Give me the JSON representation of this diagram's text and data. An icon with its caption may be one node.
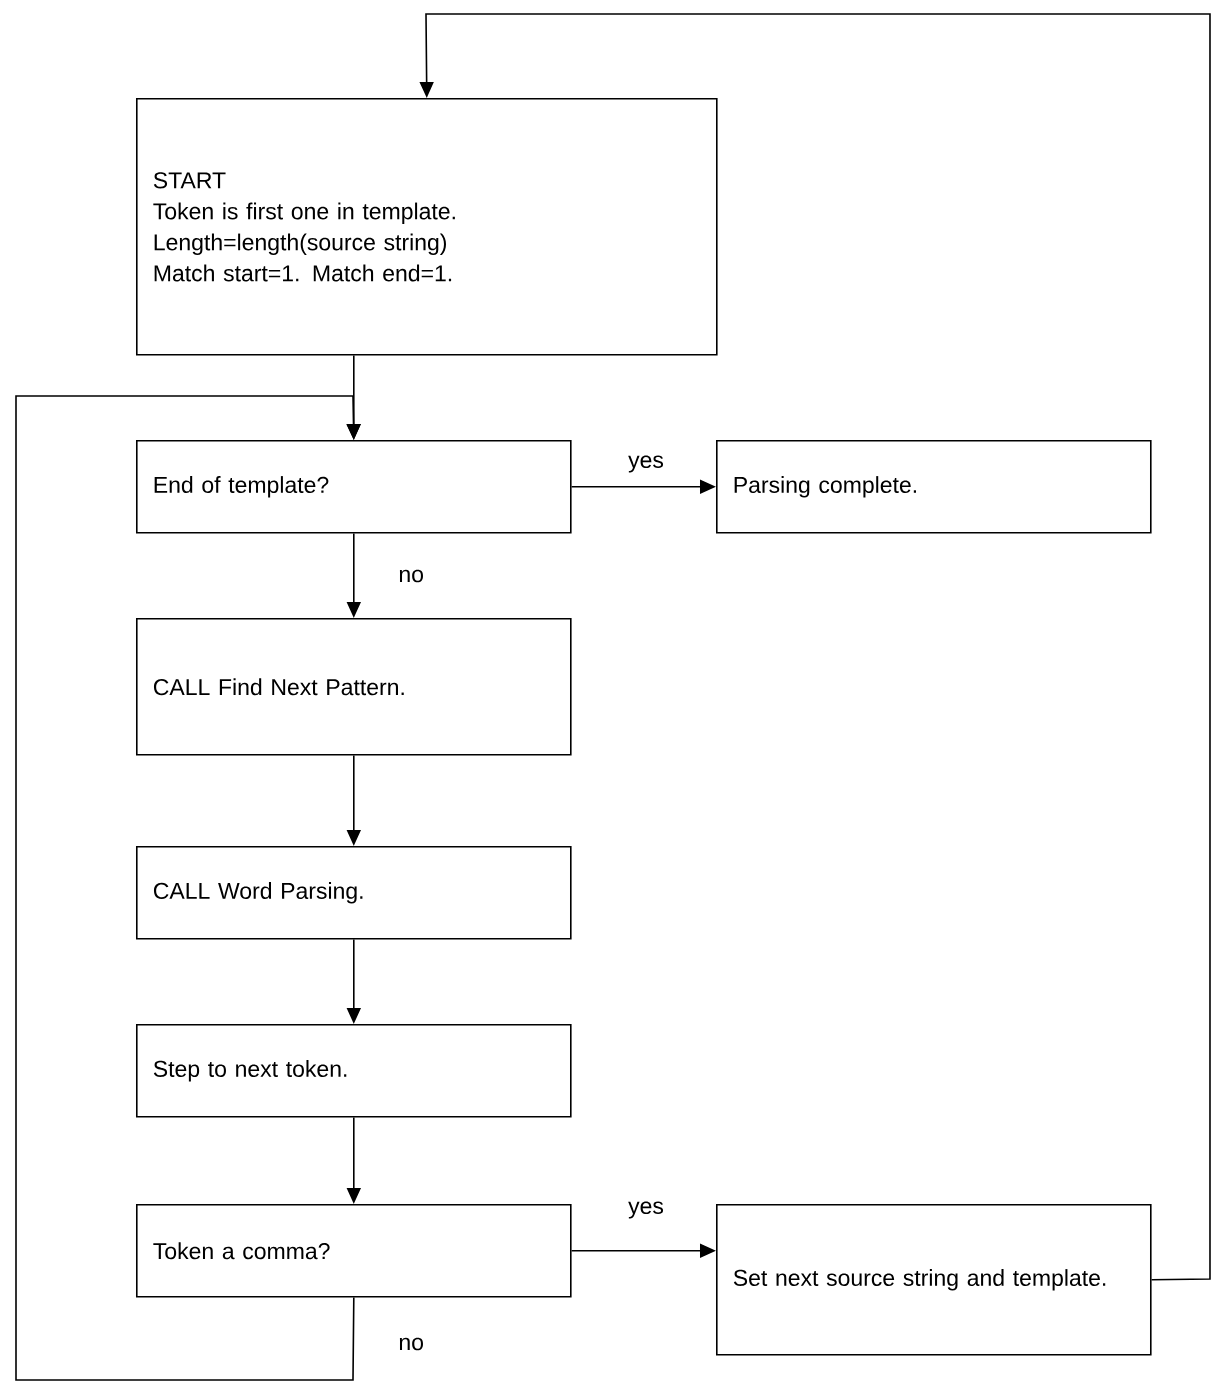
{
  "diagram": {
    "nodes": [
      {
        "text": [
          "START",
          "Token is first one in template.",
          "Length=length(source string)",
          "Match start=1. Match end=1."
        ]
      },
      {
        "text": [
          "End of template?"
        ]
      },
      {
        "text": [
          "Parsing complete."
        ]
      },
      {
        "text": [
          "CALL Find Next Pattern."
        ]
      },
      {
        "text": [
          "CALL Word Parsing."
        ]
      },
      {
        "text": [
          "Step to next token."
        ]
      },
      {
        "text": [
          "Token a comma?"
        ]
      },
      {
        "text": [
          "Set next source string and template."
        ]
      }
    ],
    "edges": [
      {
        "from": 0,
        "to": 1,
        "arrow": "to"
      },
      {
        "from": 1,
        "to": 2,
        "arrow": "to",
        "label": "yes"
      },
      {
        "from": 1,
        "to": 3,
        "arrow": "to",
        "label": "no"
      },
      {
        "from": 3,
        "to": 4,
        "arrow": "to"
      },
      {
        "from": 4,
        "to": 5,
        "arrow": "to"
      },
      {
        "from": 5,
        "to": 6,
        "arrow": "to"
      },
      {
        "from": 6,
        "to": 7,
        "arrow": "to",
        "label": "yes"
      },
      {
        "from": 6,
        "to": 1,
        "arrow": "to",
        "label": "no"
      },
      {
        "from": 7,
        "to": 0,
        "arrow": "to"
      }
    ]
  }
}
